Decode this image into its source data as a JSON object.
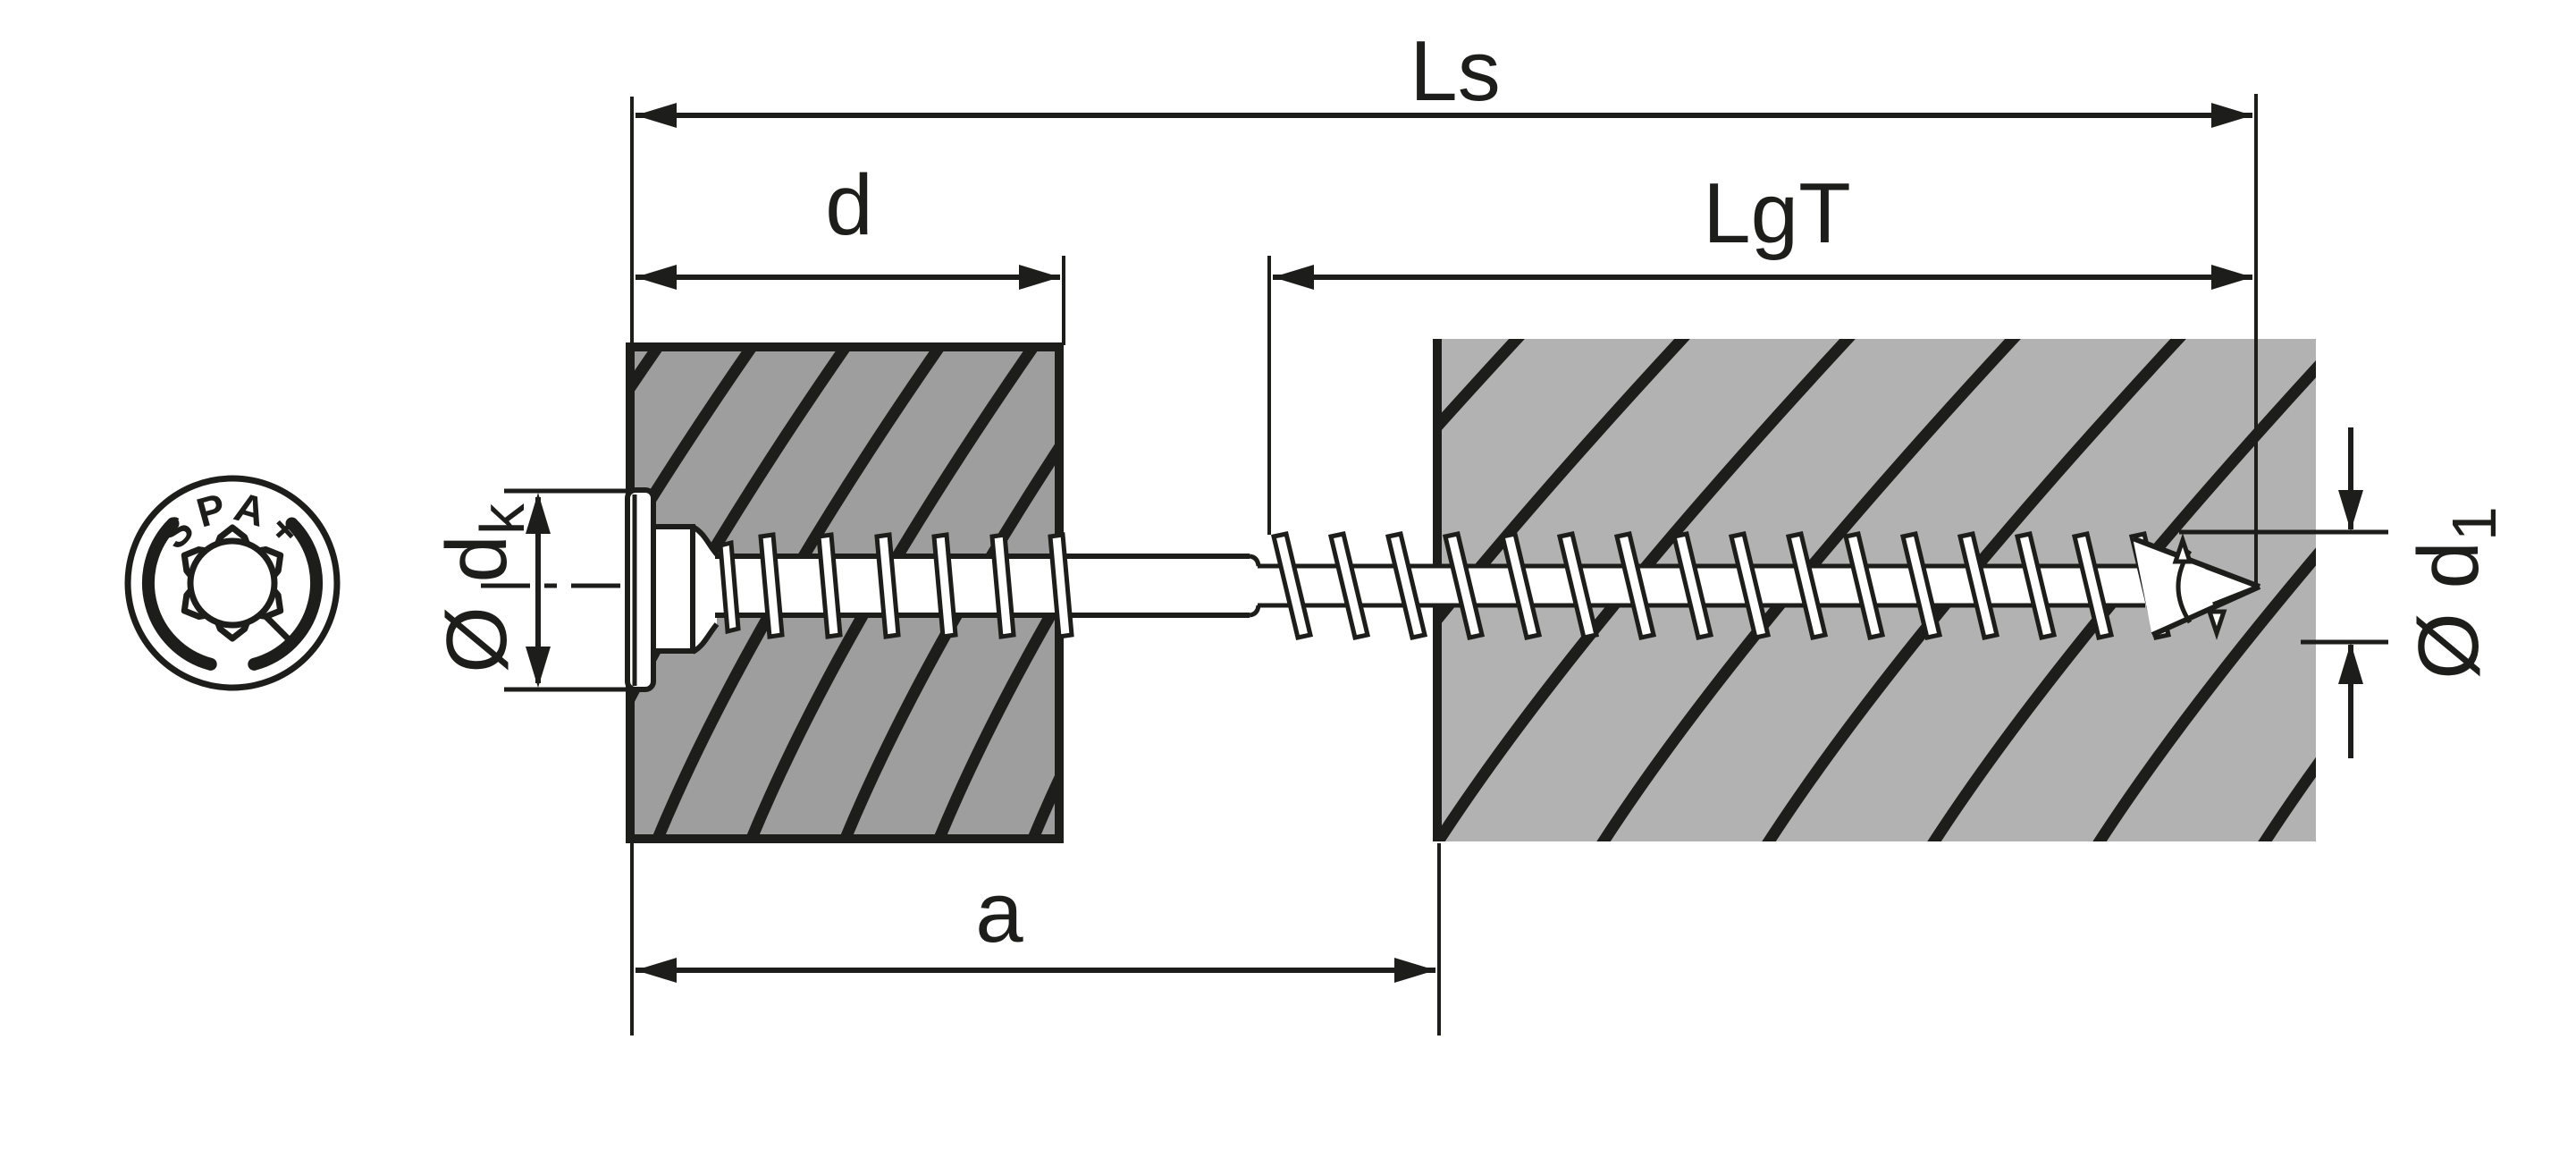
{
  "labels": {
    "total_length": "Ls",
    "upper_member_thickness": "d",
    "thread_length": "LgT",
    "distance_a": "a",
    "head_diameter_main": "Ø d",
    "head_diameter_sub": "k",
    "thread_diameter_main": "Ø d",
    "thread_diameter_sub": "1",
    "logo_text": "SPA+"
  },
  "colors": {
    "line": "#1d1d1b",
    "left_block_fill": "#9e9e9e",
    "right_block_fill": "#b2b2b2",
    "screw_fill": "#ffffff",
    "background": "#ffffff"
  }
}
